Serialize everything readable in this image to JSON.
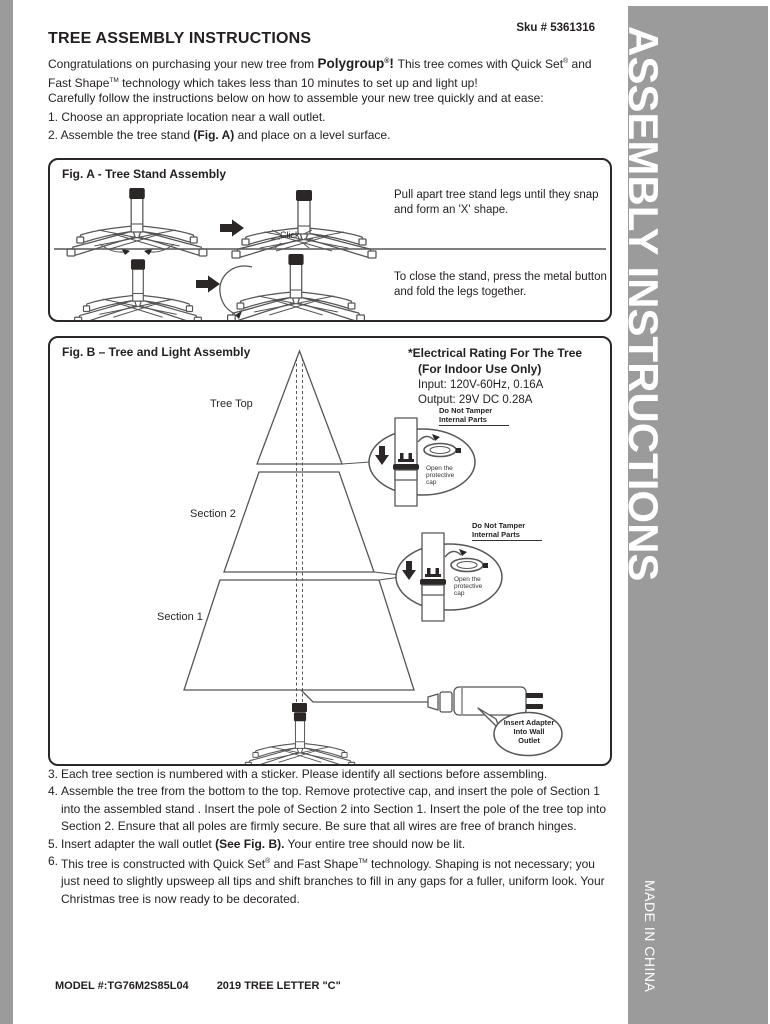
{
  "header": {
    "sku": "Sku # 5361316",
    "title": "TREE ASSEMBLY INSTRUCTIONS"
  },
  "intro": {
    "p1a": "Congratulations on purchasing your new tree from ",
    "p1_brand": "Polygroup",
    "p1_reg1": "®",
    "p1_excl": "! ",
    "p1b": "This tree comes with Quick Set",
    "p1_reg2": "®",
    "p1c": " and Fast Shape",
    "p1_tm": "TM",
    "p1d": " technology which takes less than 10 minutes to set up and light up!",
    "p2": "Carefully follow the instructions below on how to assemble your new tree quickly and at ease:",
    "step1": "1. Choose an appropriate location near a wall outlet.",
    "step2a": "2. Assemble the tree stand ",
    "step2b": "(Fig. A)",
    "step2c": " and place on a level surface."
  },
  "fig_a": {
    "title": "Fig. A - Tree Stand Assembly",
    "click_label": "Click",
    "caption1": "Pull apart tree stand legs until they snap and form an 'X' shape.",
    "caption2": "To close the stand, press the metal button and fold the legs together."
  },
  "fig_b": {
    "title": "Fig. B – Tree and Light Assembly",
    "rating_line1": "*Electrical Rating For The Tree",
    "rating_line2": "(For Indoor Use Only)",
    "rating_line3": "Input: 120V-60Hz, 0.16A",
    "rating_line4": "Output: 29V DC 0.28A",
    "tree_top_label": "Tree Top",
    "section2_label": "Section 2",
    "section1_label": "Section 1",
    "tamper_line1": "Do Not Tamper",
    "tamper_line2": "Internal Parts",
    "open_cap": [
      "Open the",
      "protective",
      "cap"
    ],
    "bubble": [
      "Insert Adapter",
      "Into Wall",
      "Outlet"
    ]
  },
  "steps": {
    "s3_num": "3.",
    "s3": "Each tree section is numbered with a sticker. Please identify all sections before assembling.",
    "s4_num": "4.",
    "s4": "Assemble the tree from the bottom to the top. Remove protective cap, and insert the pole of Section 1 into the assembled stand . Insert the pole of Section 2 into Section 1. Insert the pole of the tree top into Section 2. Ensure that all poles are firmly secure. Be sure that all wires are free of branch hinges.",
    "s5_num": "5.",
    "s5a": "Insert adapter the wall outlet ",
    "s5b": "(See Fig. B).",
    "s5c": " Your entire tree should now be lit.",
    "s6_num": "6.",
    "s6a": "This tree is constructed with Quick Set",
    "s6_reg": "®",
    "s6b": " and Fast Shape",
    "s6_tm": "TM",
    "s6c": " technology. Shaping is not necessary; you just need to slightly upsweep all tips and shift branches to fill in any gaps for a fuller, uniform look. Your Christmas tree is now ready to be decorated."
  },
  "footer": {
    "model": "MODEL #:TG76M2S85L04",
    "year": "2019 TREE LETTER \"C\""
  },
  "sidebar": {
    "title": "ASSEMBLY INSTRUCTIONS",
    "made_in": "MADE IN CHINA"
  },
  "colors": {
    "ink": "#231f20",
    "sidebar_gray": "#9b9b9b",
    "line_art": "#565656"
  }
}
